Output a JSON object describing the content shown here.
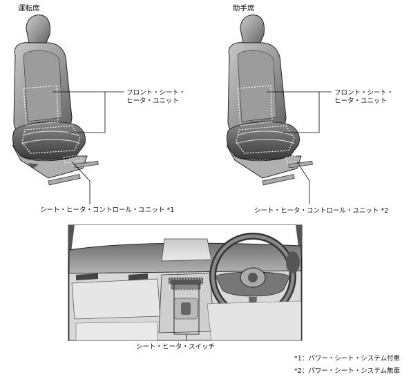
{
  "driver_seat": {
    "title": "運転席",
    "front_unit_label_line1": "フロント・シート・",
    "front_unit_label_line2": "ヒータ・ユニット",
    "control_unit_label": "シート・ヒータ・コントロール・ユニット *1"
  },
  "passenger_seat": {
    "title": "助手席",
    "front_unit_label_line1": "フロント・シート・",
    "front_unit_label_line2": "ヒータ・ユニット",
    "control_unit_label": "シート・ヒータ・コントロール・ユニット *2"
  },
  "dashboard": {
    "switch_label": "シート・ヒータ・スイッチ"
  },
  "footnotes": {
    "note1": "*1：パワー・シート・システム付車",
    "note2": "*2：パワー・シート・システム無車"
  }
}
